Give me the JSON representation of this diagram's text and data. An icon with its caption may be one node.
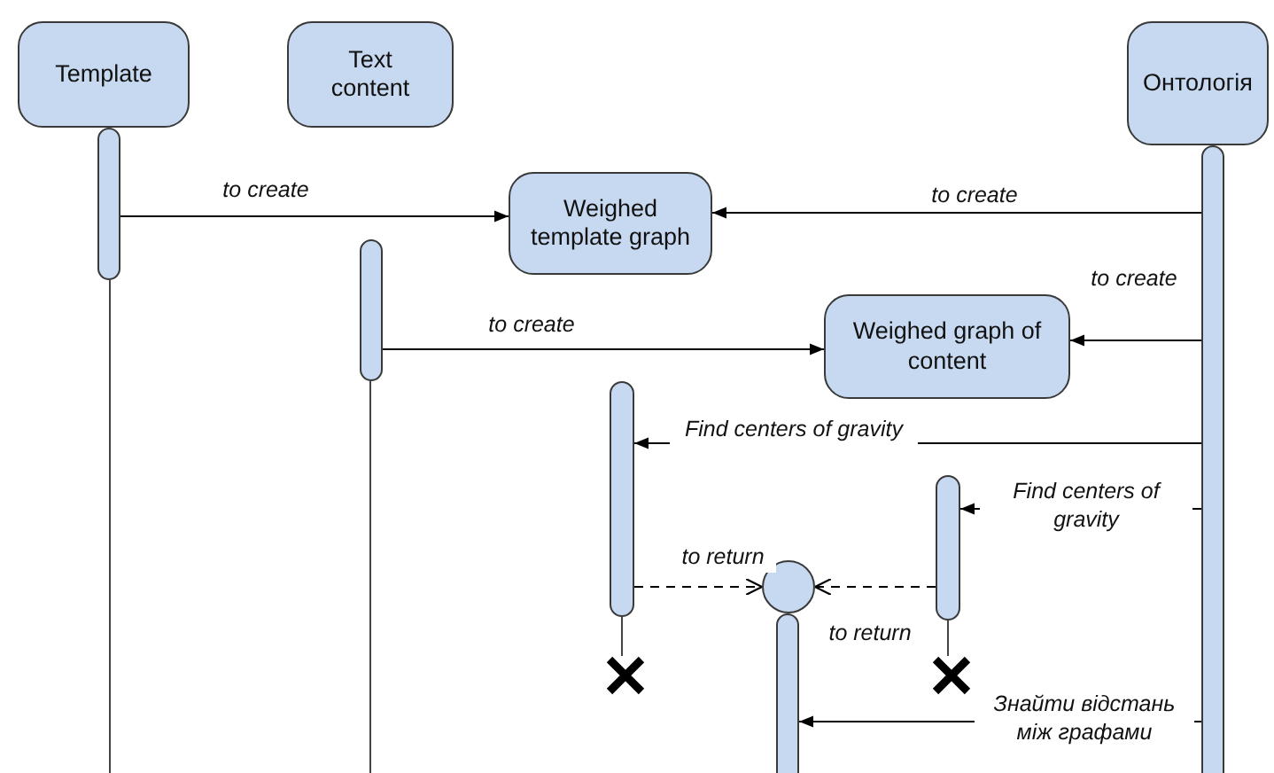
{
  "diagram": {
    "nodes": [
      {
        "text": [
          "Template"
        ]
      },
      {
        "text": [
          "Text content"
        ]
      },
      {
        "text": [
          "Онтологія"
        ]
      },
      {
        "text": [],
        "shape": "bar"
      },
      {
        "text": [],
        "shape": "bar"
      },
      {
        "text": [],
        "shape": "bar"
      },
      {
        "text": [
          "Weighed template graph"
        ]
      },
      {
        "text": [
          "Weighed graph of content"
        ]
      },
      {
        "text": [],
        "shape": "bar"
      },
      {
        "text": [],
        "shape": "bar"
      },
      {
        "text": [],
        "shape": "circle"
      },
      {
        "text": [],
        "shape": "bar"
      }
    ],
    "edges": [
      {
        "from": 3,
        "to": 6,
        "arrow": "to",
        "label": "to create"
      },
      {
        "from": 5,
        "to": 6,
        "arrow": "to",
        "label": "to create"
      },
      {
        "from": 4,
        "to": 7,
        "arrow": "to",
        "label": "to create"
      },
      {
        "from": 5,
        "to": 7,
        "arrow": "to",
        "label": "to create"
      },
      {
        "from": 5,
        "to": 8,
        "arrow": "to",
        "label": "Find centers of gravity"
      },
      {
        "from": 5,
        "to": 9,
        "arrow": "to",
        "label": "Find centers of gravity"
      },
      {
        "from": 8,
        "to": 10,
        "arrow": "to",
        "label": "to return",
        "style": "dashed"
      },
      {
        "from": 9,
        "to": 10,
        "arrow": "to",
        "label": "to return",
        "style": "dashed"
      },
      {
        "from": 5,
        "to": 11,
        "arrow": "to",
        "label": "Знайти відстань між графами"
      }
    ]
  }
}
